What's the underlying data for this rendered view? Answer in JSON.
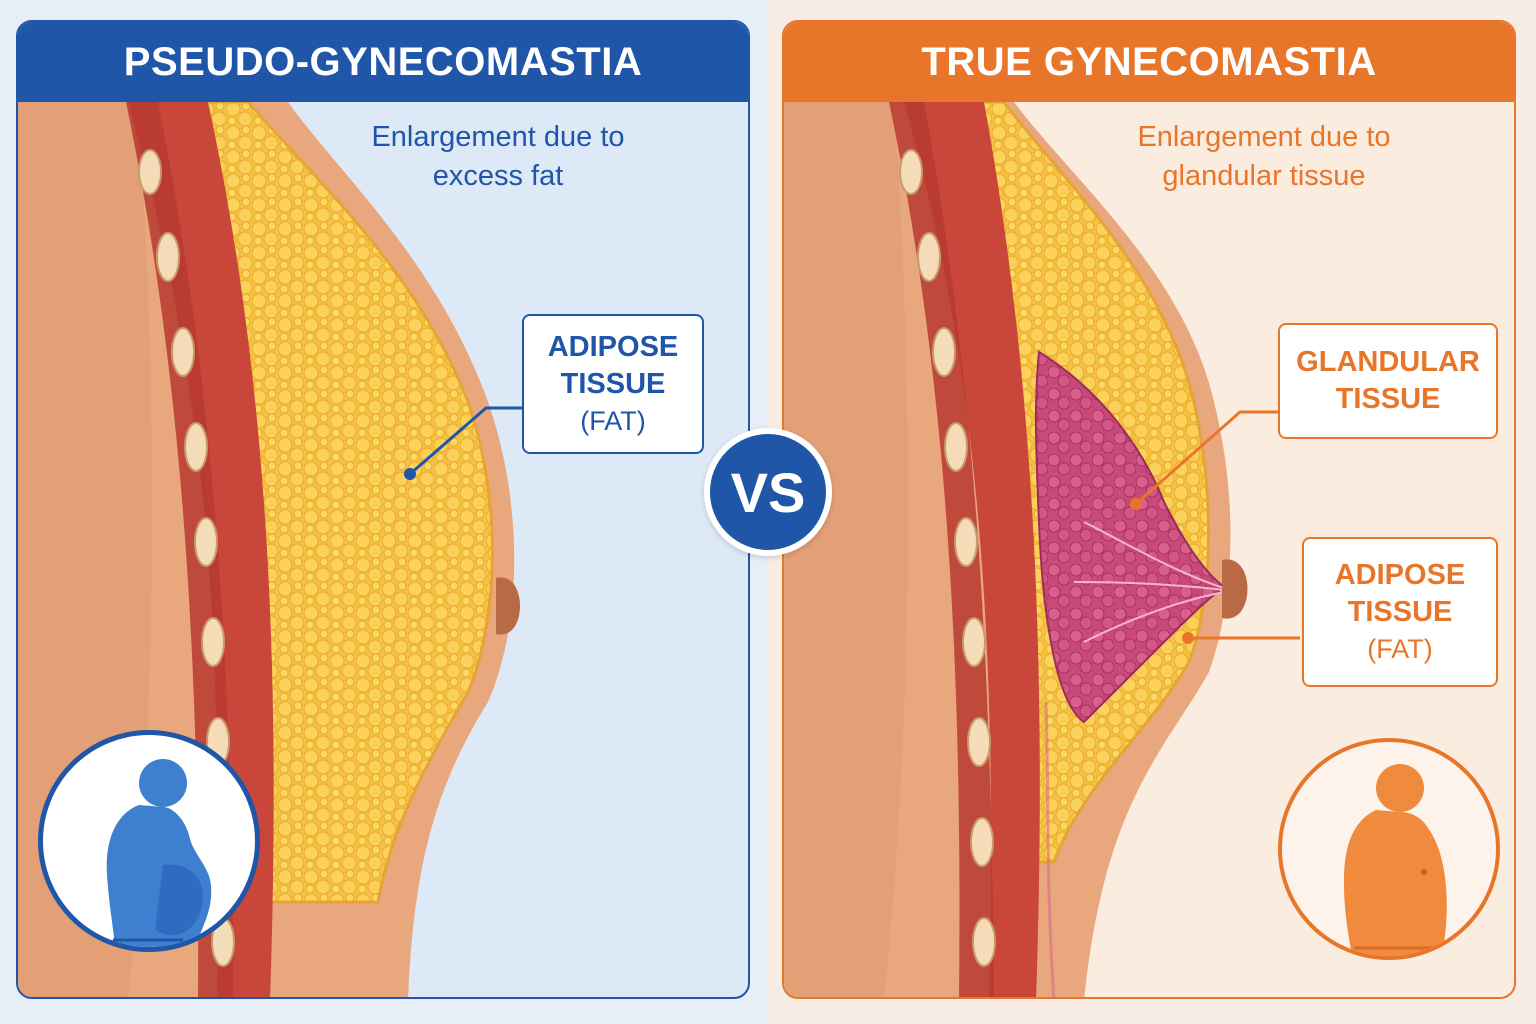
{
  "left_panel": {
    "title": "PSEUDO-GYNECOMASTIA",
    "subtitle_line1": "Enlargement due to",
    "subtitle_line2": "excess fat",
    "callout_adipose": {
      "line1": "ADIPOSE",
      "line2": "TISSUE",
      "line3": "(FAT)"
    },
    "accent_color": "#1f56a8"
  },
  "vs_label": "VS",
  "right_panel": {
    "title": "TRUE GYNECOMASTIA",
    "subtitle_line1": "Enlargement due to",
    "subtitle_line2": "glandular tissue",
    "callout_glandular": {
      "line1": "GLANDULAR",
      "line2": "TISSUE"
    },
    "callout_adipose": {
      "line1": "ADIPOSE",
      "line2": "TISSUE",
      "line3": "(FAT)"
    },
    "accent_color": "#e8762a"
  },
  "colors": {
    "skin": "#e9a77e",
    "muscle": "#c9473a",
    "fat": "#f6c243",
    "gland": "#c84a78"
  }
}
